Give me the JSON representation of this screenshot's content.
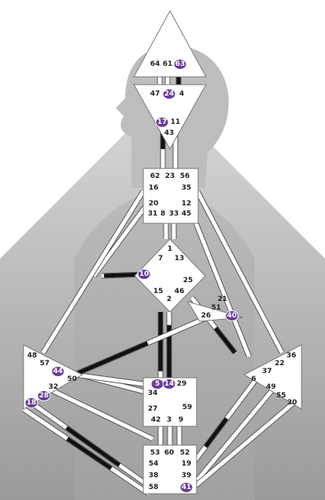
{
  "colors": {
    "background": "#ffffff",
    "body_gradient_top": "#d4d4d4",
    "body_gradient_bottom": "#9a9a9a",
    "head_silhouette": "#bdbdbd",
    "center_fill": "#ffffff",
    "center_stroke": "#777777",
    "channel_fill": "#ffffff",
    "channel_stroke": "#555555",
    "active_channel": "#111111",
    "active_gate": "#6a3d9a"
  },
  "centers": [
    {
      "id": "head",
      "shape": "triangle-up"
    },
    {
      "id": "ajna",
      "shape": "triangle-down"
    },
    {
      "id": "throat",
      "shape": "square"
    },
    {
      "id": "g",
      "shape": "diamond"
    },
    {
      "id": "ego",
      "shape": "triangle"
    },
    {
      "id": "spleen",
      "shape": "triangle"
    },
    {
      "id": "sacral",
      "shape": "square"
    },
    {
      "id": "solar_plexus",
      "shape": "triangle"
    },
    {
      "id": "root",
      "shape": "square"
    }
  ],
  "active_gates": [
    "63",
    "24",
    "17",
    "10",
    "40",
    "44",
    "18",
    "28",
    "5",
    "14",
    "41"
  ],
  "gates": [
    {
      "label": "64"
    },
    {
      "label": "61"
    },
    {
      "label": "63"
    },
    {
      "label": "47"
    },
    {
      "label": "24"
    },
    {
      "label": "4"
    },
    {
      "label": "17"
    },
    {
      "label": "11"
    },
    {
      "label": "43"
    },
    {
      "label": "62"
    },
    {
      "label": "23"
    },
    {
      "label": "56"
    },
    {
      "label": "16"
    },
    {
      "label": "35"
    },
    {
      "label": "20"
    },
    {
      "label": "12"
    },
    {
      "label": "31"
    },
    {
      "label": "8"
    },
    {
      "label": "33"
    },
    {
      "label": "45"
    },
    {
      "label": "1"
    },
    {
      "label": "7"
    },
    {
      "label": "13"
    },
    {
      "label": "10"
    },
    {
      "label": "25"
    },
    {
      "label": "15"
    },
    {
      "label": "46"
    },
    {
      "label": "2"
    },
    {
      "label": "21"
    },
    {
      "label": "51"
    },
    {
      "label": "26"
    },
    {
      "label": "40"
    },
    {
      "label": "48"
    },
    {
      "label": "57"
    },
    {
      "label": "44"
    },
    {
      "label": "50"
    },
    {
      "label": "32"
    },
    {
      "label": "28"
    },
    {
      "label": "18"
    },
    {
      "label": "36"
    },
    {
      "label": "22"
    },
    {
      "label": "37"
    },
    {
      "label": "6"
    },
    {
      "label": "49"
    },
    {
      "label": "55"
    },
    {
      "label": "30"
    },
    {
      "label": "5"
    },
    {
      "label": "14"
    },
    {
      "label": "29"
    },
    {
      "label": "34"
    },
    {
      "label": "27"
    },
    {
      "label": "59"
    },
    {
      "label": "42"
    },
    {
      "label": "3"
    },
    {
      "label": "9"
    },
    {
      "label": "53"
    },
    {
      "label": "60"
    },
    {
      "label": "52"
    },
    {
      "label": "54"
    },
    {
      "label": "19"
    },
    {
      "label": "38"
    },
    {
      "label": "39"
    },
    {
      "label": "58"
    },
    {
      "label": "41"
    }
  ]
}
